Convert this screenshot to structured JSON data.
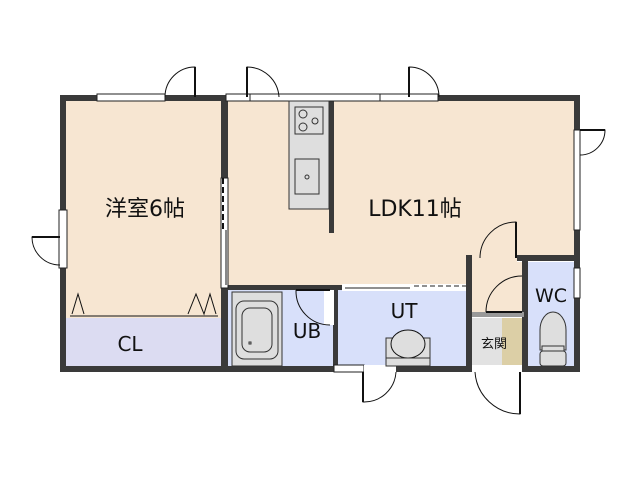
{
  "plan": {
    "rooms": {
      "western_room": "洋室6帖",
      "ldk": "LDK11帖",
      "closet": "CL",
      "bath": "UB",
      "utility": "UT",
      "toilet": "WC",
      "entrance": "玄関"
    },
    "colors": {
      "room_floor": "#f7e6d2",
      "wet_floor": "#d8e0fa",
      "closet_floor": "#dcdcf2",
      "entrance_floor": "#e2e2e2",
      "entrance_step": "#dccfa6",
      "wall": "#3a3a3a",
      "fixture": "#dedede"
    }
  }
}
